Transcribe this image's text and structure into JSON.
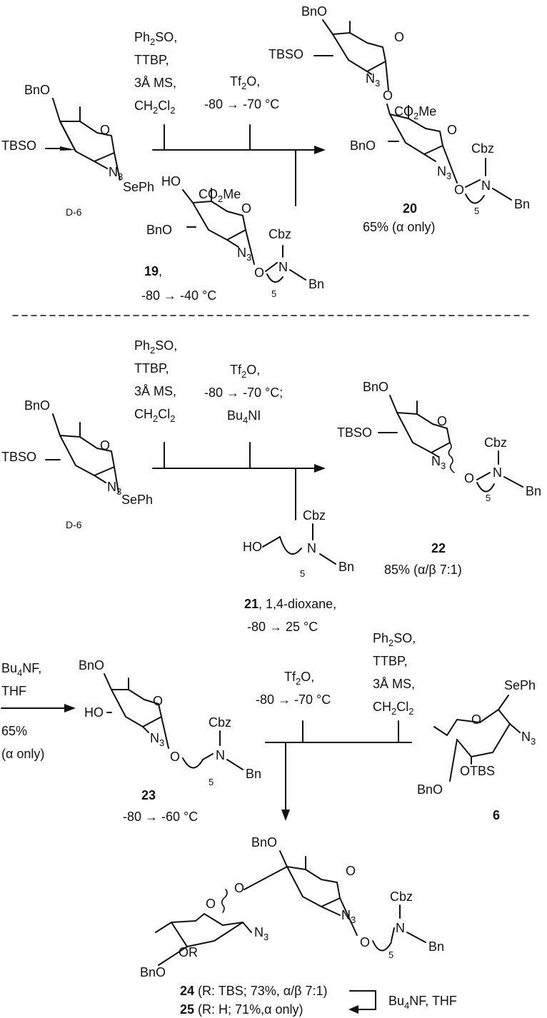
{
  "scheme1": {
    "reagents_a": [
      "Ph2SO,",
      "TTBP,",
      "3Å MS,",
      "CH2Cl2"
    ],
    "reagents_b": [
      "Tf2O,",
      "-80 → -70 °C"
    ],
    "donor_label": "D-6",
    "acceptor_label": "19",
    "acceptor_cond": "-80 → -40 °C",
    "product_label": "20",
    "product_yield": "65% (α only)"
  },
  "scheme2": {
    "reagents_a": [
      "Ph2SO,",
      "TTBP,",
      "3Å MS,",
      "CH2Cl2"
    ],
    "reagents_b": [
      "Tf2O,",
      "-80 → -70 °C;",
      "Bu4NI"
    ],
    "donor_label": "D-6",
    "acceptor_label": "21",
    "acceptor_solvent": ", 1,4-dioxane,",
    "acceptor_cond": "-80 → 25 °C",
    "product_label": "22",
    "product_yield": "85% (α/β 7:1)"
  },
  "scheme3": {
    "deprotect_reagents": [
      "Bu4NF,",
      "THF"
    ],
    "deprotect_yield": [
      "65%",
      "(α only)"
    ],
    "reagents_a": [
      "Tf2O,",
      "-80 → -70 °C"
    ],
    "reagents_b": [
      "Ph2SO,",
      "TTBP,",
      "3Å MS,",
      "CH2Cl2"
    ],
    "acceptor_label": "23",
    "acceptor_cond": "-80 → -60 °C",
    "donor_label": "6",
    "product24_label": "24",
    "product24_detail": "(R: TBS; 73%, α/β 7:1)",
    "product25_label": "25",
    "product25_detail": "(R: H; 71%,α only)",
    "final_reagent": "Bu4NF, THF"
  },
  "atoms": {
    "BnO": "BnO",
    "TBSO": "TBSO",
    "HO": "HO",
    "O": "O",
    "N3": "N3",
    "SePh": "SePh",
    "CO2Me": "CO2Me",
    "Cbz": "Cbz",
    "N": "N",
    "Bn": "Bn",
    "n5": "5",
    "OTBS": "OTBS",
    "OR": "OR"
  }
}
